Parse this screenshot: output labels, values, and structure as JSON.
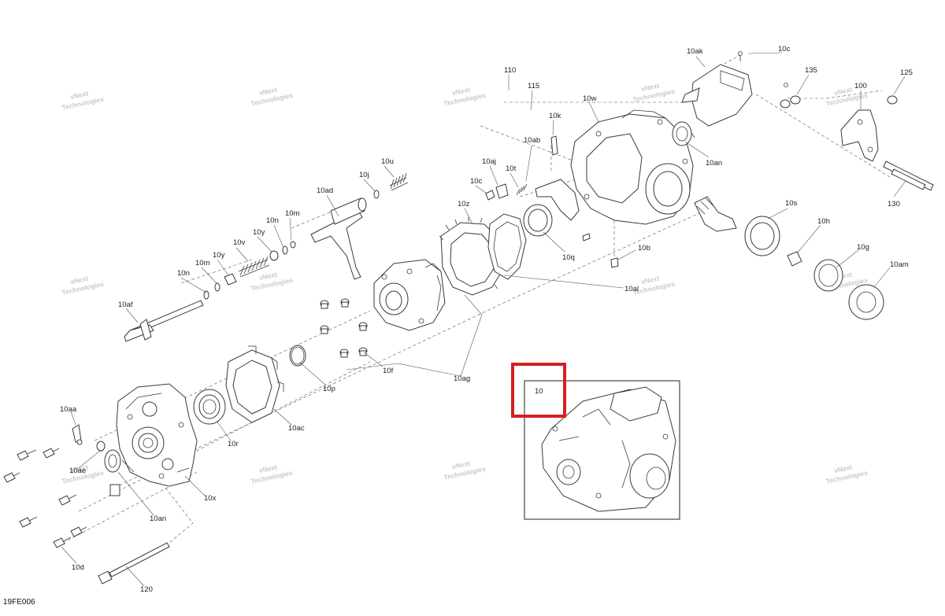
{
  "diagram_code": "19FE006",
  "watermark": [
    "vNext",
    "Technologies"
  ],
  "highlight_label": "10",
  "labels": {
    "l110": "110",
    "l115": "115",
    "l10ak": "10ak",
    "l10c_top": "10c",
    "l135": "135",
    "l100": "100",
    "l125": "125",
    "l10w": "10w",
    "l10k": "10k",
    "l10ab": "10ab",
    "l10an_top": "10an",
    "l130": "130",
    "l10u": "10u",
    "l10j": "10j",
    "l10ad": "10ad",
    "l10aj": "10aj",
    "l10t": "10t",
    "l10c_mid": "10c",
    "l10z": "10z",
    "l10s": "10s",
    "l10m_a": "10m",
    "l10n_a": "10n",
    "l10y_a": "10y",
    "l10v": "10v",
    "l10y_b": "10y",
    "l10m_b": "10m",
    "l10n_b": "10n",
    "l10q": "10q",
    "l10b": "10b",
    "l10h": "10h",
    "l10g": "10g",
    "l10am": "10am",
    "l10af": "10af",
    "l10al": "10al",
    "l10p": "10p",
    "l10f": "10f",
    "l10ag": "10ag",
    "l10aa": "10aa",
    "l10ac": "10ac",
    "l10r": "10r",
    "l10ae": "10ae",
    "l10x": "10x",
    "l10an_bot": "10an",
    "l10d": "10d",
    "l120": "120"
  },
  "colors": {
    "highlight": "#d42020",
    "line": "#3a3a3a",
    "watermark": "#c9c9c9"
  }
}
